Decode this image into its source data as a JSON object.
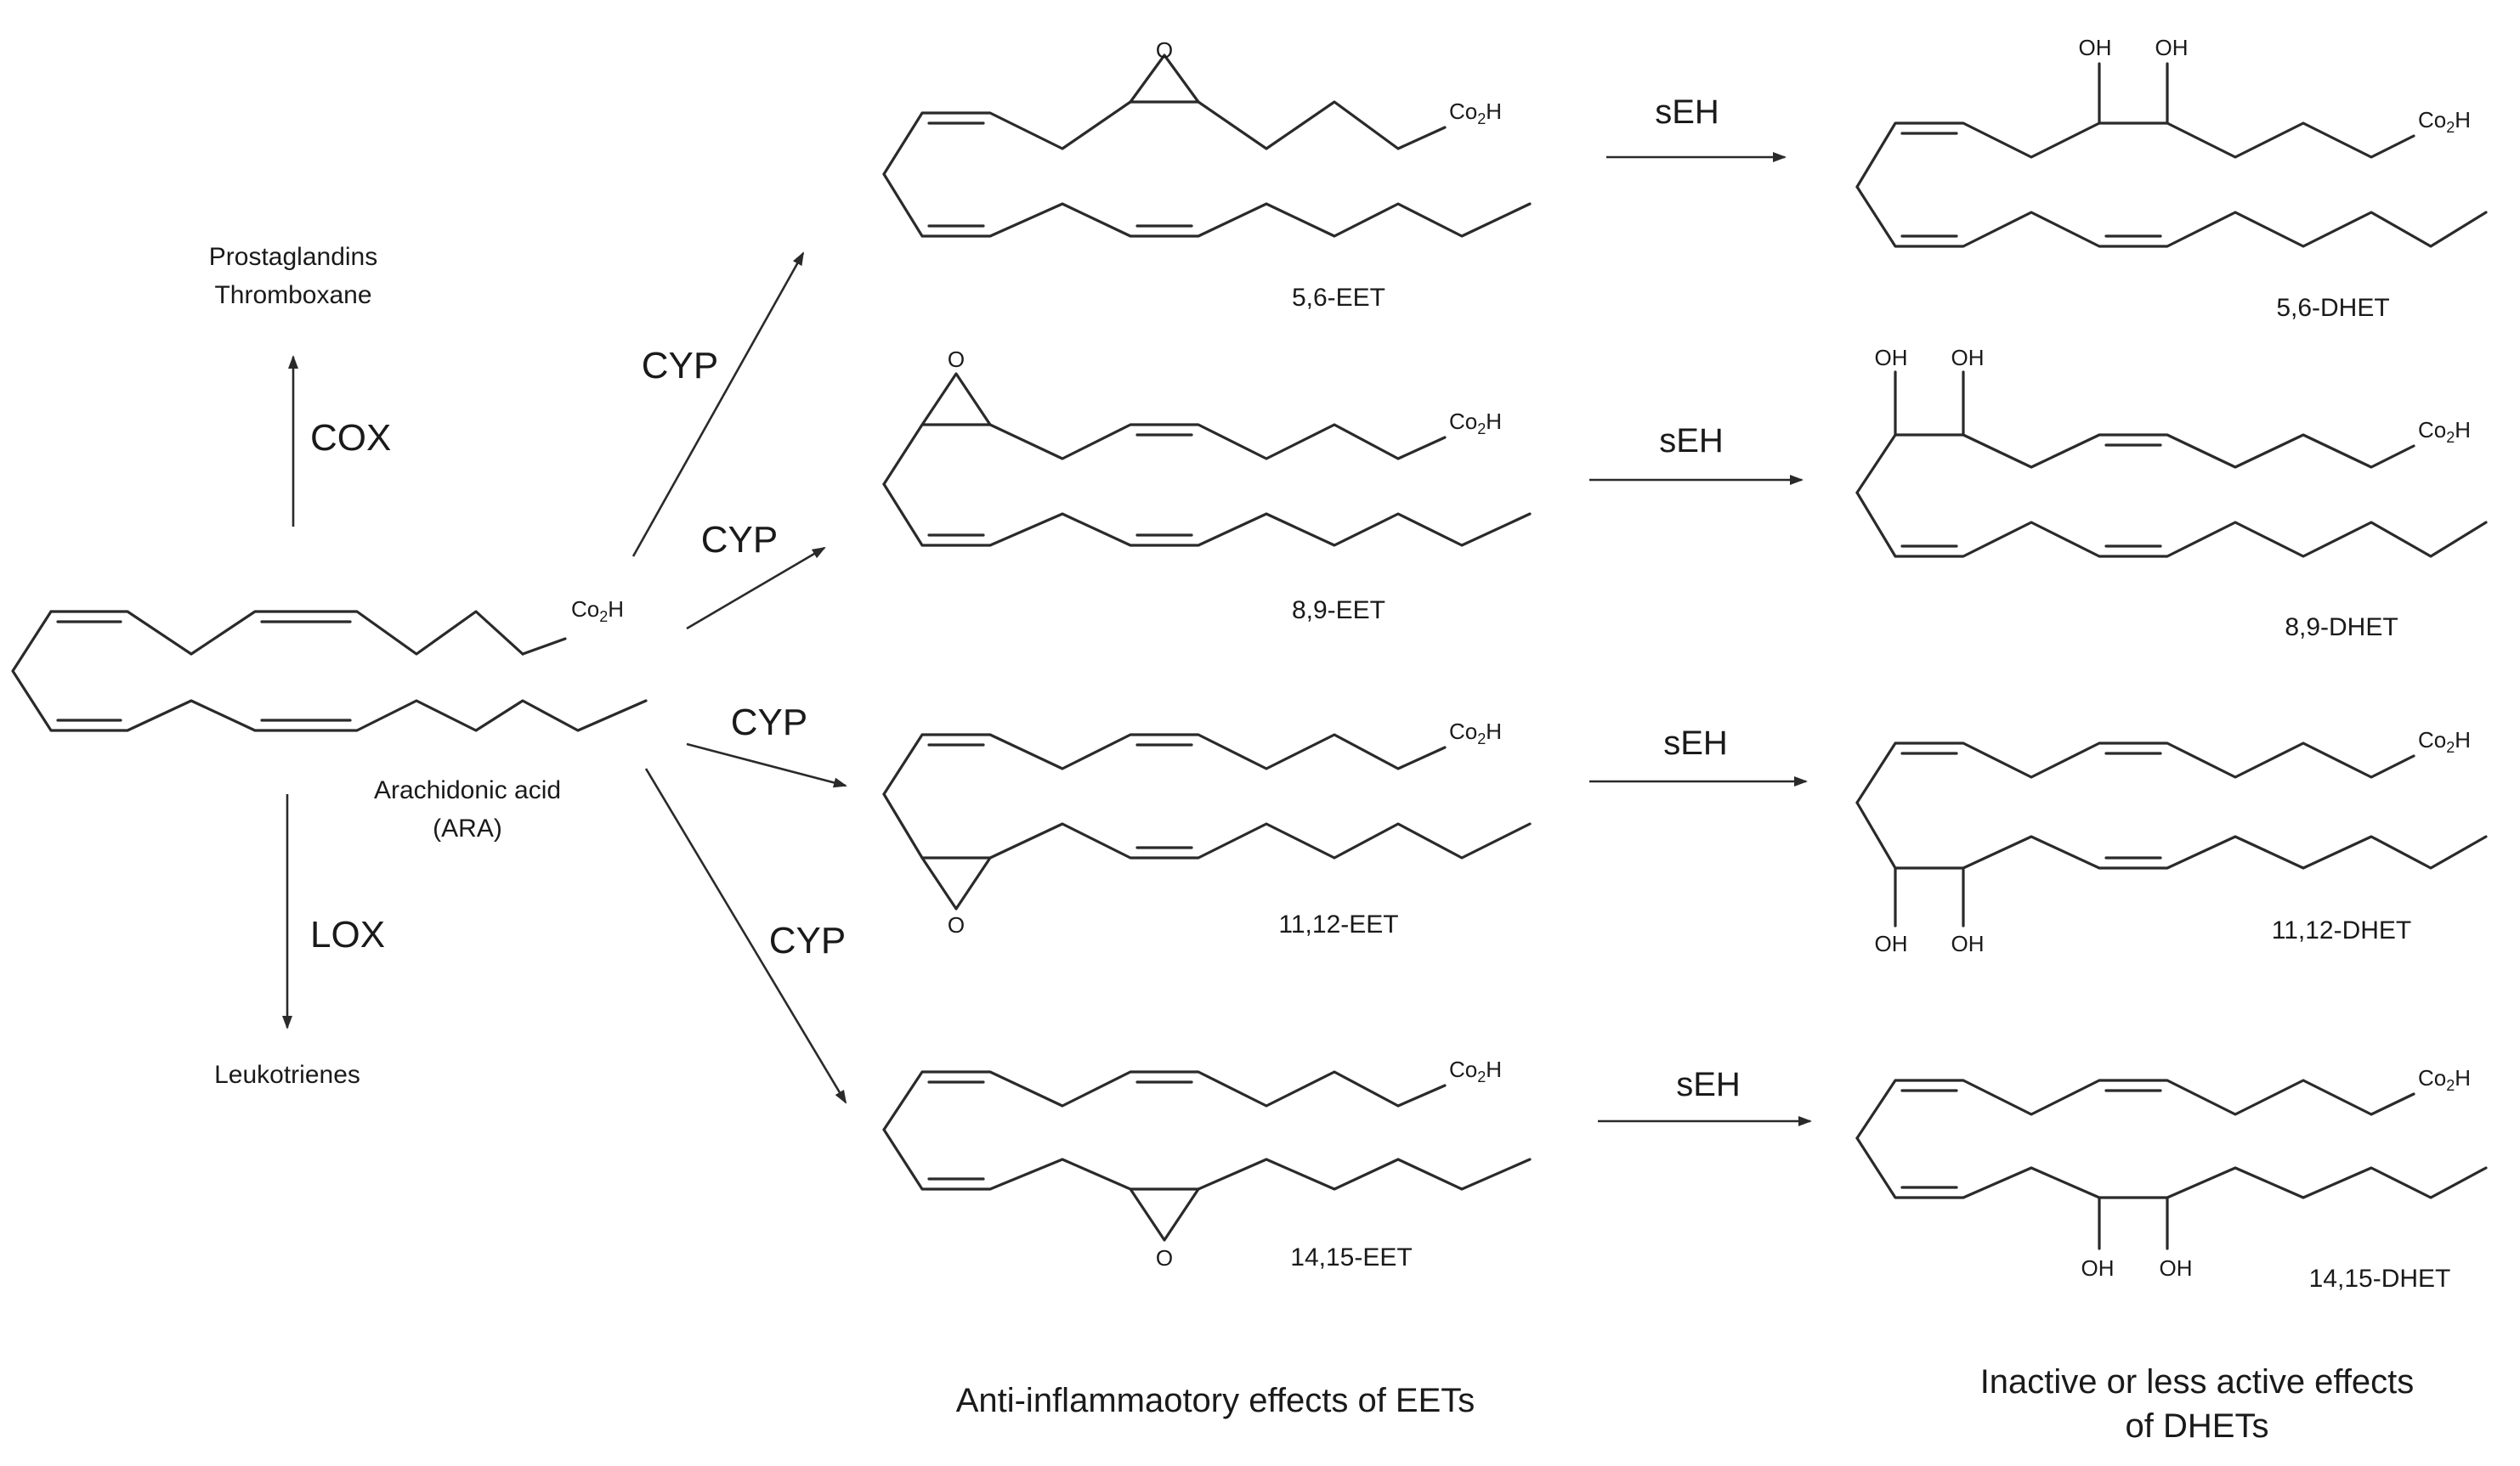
{
  "precursor": {
    "name_line1": "Arachidonic acid",
    "name_line2": "(ARA)"
  },
  "cox": {
    "enzyme": "COX",
    "product_line1": "Prostaglandins",
    "product_line2": "Thromboxane"
  },
  "lox": {
    "enzyme": "LOX",
    "product": "Leukotrienes"
  },
  "cyp_label": "CYP",
  "seh_label": "sEH",
  "eets": [
    {
      "name": "5,6-EET"
    },
    {
      "name": "8,9-EET"
    },
    {
      "name": "11,12-EET"
    },
    {
      "name": "14,15-EET"
    }
  ],
  "dhets": [
    {
      "name": "5,6-DHET"
    },
    {
      "name": "8,9-DHET"
    },
    {
      "name": "11,12-DHET"
    },
    {
      "name": "14,15-DHET"
    }
  ],
  "atoms": {
    "carboxyl_main": "Co",
    "carboxyl_sub": "2",
    "carboxyl_tail": "H",
    "hydroxyl": "OH",
    "epoxide_oxygen": "O"
  },
  "captions": {
    "eet_column": "Anti-inflammaotory effects of EETs",
    "dhet_line1": "Inactive or less active effects",
    "dhet_line2": "of DHETs"
  }
}
